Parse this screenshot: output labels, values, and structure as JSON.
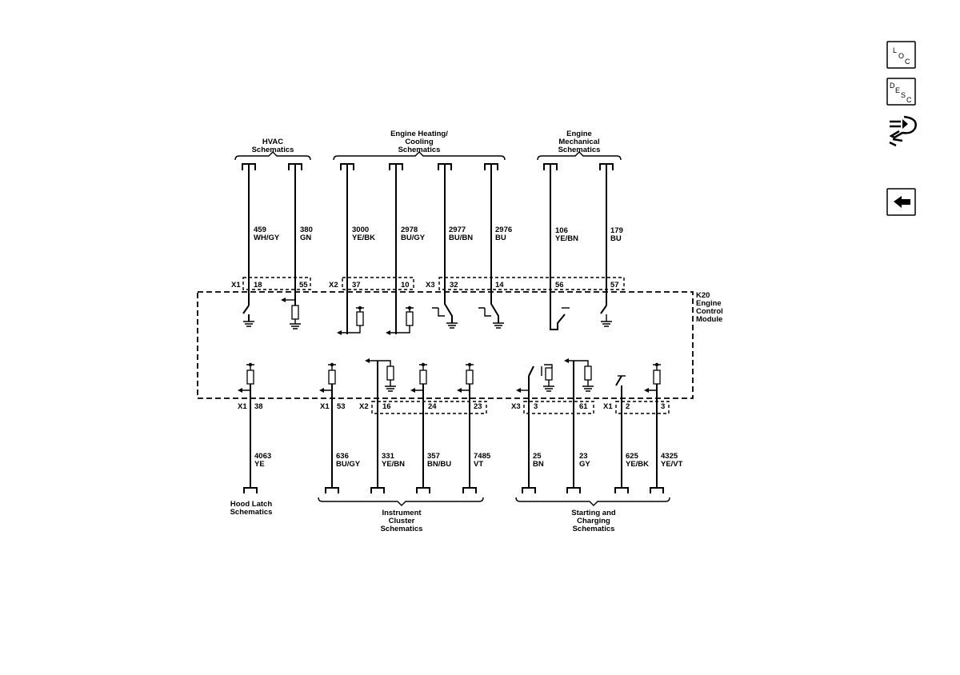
{
  "module": {
    "name_lines": [
      "K20",
      "Engine",
      "Control",
      "Module"
    ]
  },
  "top_groups": [
    {
      "label_lines": [
        "HVAC",
        "Schematics"
      ]
    },
    {
      "label_lines": [
        "Engine Heating/",
        "Cooling",
        "Schematics"
      ]
    },
    {
      "label_lines": [
        "Engine",
        "Mechanical",
        "Schematics"
      ]
    }
  ],
  "bottom_groups": [
    {
      "label_lines": [
        "Hood Latch",
        "Schematics"
      ]
    },
    {
      "label_lines": [
        "Instrument",
        "Cluster",
        "Schematics"
      ]
    },
    {
      "label_lines": [
        "Starting and",
        "Charging",
        "Schematics"
      ]
    }
  ],
  "top_connectors": [
    "X1",
    "X2",
    "X3"
  ],
  "bottom_connectors": [
    "X1",
    "X1",
    "X2",
    "X3",
    "X1"
  ],
  "top_circuits": [
    {
      "circuit": "459",
      "color": "WH/GY",
      "pin": "18"
    },
    {
      "circuit": "380",
      "color": "GN",
      "pin": "55"
    },
    {
      "circuit": "3000",
      "color": "YE/BK",
      "pin": "37"
    },
    {
      "circuit": "2978",
      "color": "BU/GY",
      "pin": "10"
    },
    {
      "circuit": "2977",
      "color": "BU/BN",
      "pin": "32"
    },
    {
      "circuit": "2976",
      "color": "BU",
      "pin": "14"
    },
    {
      "circuit": "106",
      "color": "YE/BN",
      "pin": "56"
    },
    {
      "circuit": "179",
      "color": "BU",
      "pin": "57"
    }
  ],
  "bottom_circuits": [
    {
      "circuit": "4063",
      "color": "YE",
      "pin": "38"
    },
    {
      "circuit": "636",
      "color": "BU/GY",
      "pin": "53"
    },
    {
      "circuit": "331",
      "color": "YE/BN",
      "pin": "16"
    },
    {
      "circuit": "357",
      "color": "BN/BU",
      "pin": "24"
    },
    {
      "circuit": "7485",
      "color": "VT",
      "pin": "23"
    },
    {
      "circuit": "25",
      "color": "BN",
      "pin": "3"
    },
    {
      "circuit": "23",
      "color": "GY",
      "pin": "61"
    },
    {
      "circuit": "625",
      "color": "YE/BK",
      "pin": "2"
    },
    {
      "circuit": "4325",
      "color": "YE/VT",
      "pin": "3"
    }
  ],
  "nav": {
    "loc_letters": [
      "L",
      "O",
      "C"
    ],
    "desc_letters": [
      "D",
      "E",
      "S",
      "C"
    ]
  }
}
